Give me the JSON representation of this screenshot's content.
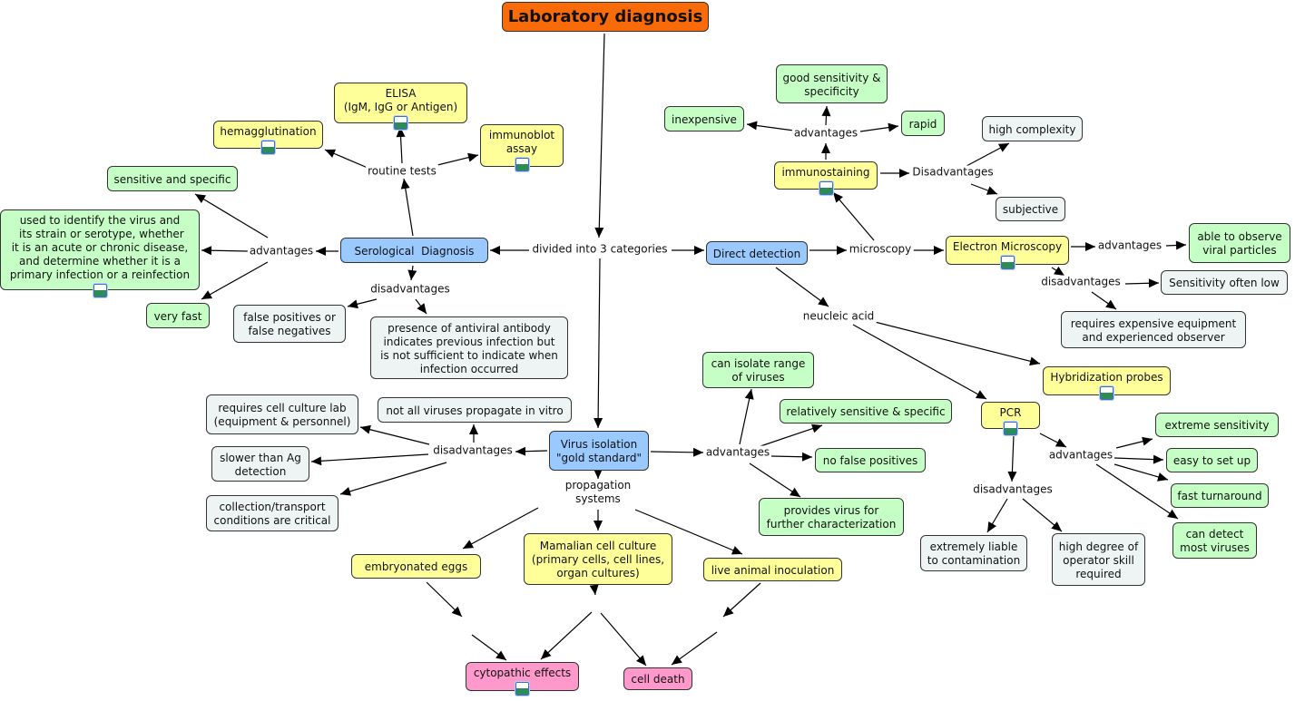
{
  "colors": {
    "root": "#f96a08",
    "concept_yellow": "#ffff99",
    "advantage_green": "#c6ffc6",
    "category_blue": "#99c9ff",
    "disadvantage_grey": "#eef3f3",
    "outcome_pink": "#ff99cc"
  },
  "nodes": {
    "root": "Laboratory diagnosis",
    "elisa": "ELISA\n(IgM, IgG or Antigen)",
    "hemagg": "hemagglutination",
    "immunoblot": "immunoblot\nassay",
    "sensitive": "sensitive and specific",
    "used": "used to identify the virus and\n its strain or serotype, whether\nit is an acute or chronic disease,\nand determine whether it is a\nprimary infection or a reinfection",
    "veryfast": "very fast",
    "serological": "Serological  Diagnosis",
    "falsepos": "false positives or\nfalse negatives",
    "presence": "presence of antiviral antibody\nindicates previous infection but\nis not sufficient to indicate when\ninfection occurred",
    "direct": "Direct detection",
    "inexpensive": "inexpensive",
    "good": "good sensitivity &\nspecificity",
    "rapid": "rapid",
    "immunostaining": "immunostaining",
    "highcomplexity": "high complexity",
    "subjective": "subjective",
    "em": "Electron Microscopy",
    "able": "able to observe\nviral particles",
    "senslow": "Sensitivity often low",
    "reqexp": "requires expensive equipment\nand experienced observer",
    "hybrid": "Hybridization probes",
    "pcr": "PCR",
    "extreme": "extreme sensitivity",
    "easy": "easy to set up",
    "fast": "fast turnaround",
    "candetect": "can detect\nmost viruses",
    "liable": "extremely liable\nto contamination",
    "operator": "high degree of\noperator skill\nrequired",
    "virus": "Virus isolation\n\"gold standard\"",
    "notall": "not all viruses propagate in vitro",
    "reqcell": "requires cell culture lab\n(equipment & personnel)",
    "slower": "slower than Ag\ndetection",
    "collection": "collection/transport\nconditions are critical",
    "canisolate": "can isolate range\nof viruses",
    "relatively": "relatively sensitive & specific",
    "nofalse": "no false positives",
    "provides": "provides virus for\nfurther characterization",
    "embryonated": "embryonated eggs",
    "mamalian": "Mamalian cell culture\n(primary cells, cell lines,\norgan cultures)",
    "live": "live animal inoculation",
    "cyto": "cytopathic effects",
    "celldeath": "cell death"
  },
  "links": {
    "divided": "divided into 3 categories",
    "routine": "routine tests",
    "ser_adv": "advantages",
    "ser_dis": "disadvantages",
    "microscopy": "microscopy",
    "neucleic": "neucleic acid",
    "imm_adv": "advantages",
    "imm_dis": "Disadvantages",
    "em_adv": "advantages",
    "em_dis": "disadvantages",
    "pcr_adv": "advantages",
    "pcr_dis": "disadvantages",
    "vi_dis": "disadvantages",
    "vi_adv": "advantages",
    "propagation": "propagation\nsystems"
  },
  "image_icons": [
    "elisa",
    "hemagg",
    "immunoblot",
    "used",
    "immunostaining",
    "em",
    "hybrid",
    "pcr",
    "cyto"
  ]
}
